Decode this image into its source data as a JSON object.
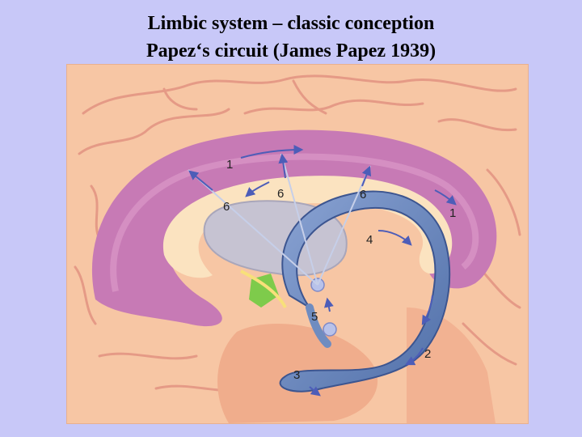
{
  "slide": {
    "title_line_1": "Limbic system – classic conception",
    "title_line_2": "Papez‘s circuit (James Papez 1939)"
  },
  "figure": {
    "labels": {
      "l1a": "1",
      "l1b": "1",
      "l2": "2",
      "l3": "3",
      "l4": "4",
      "l5": "5",
      "l6a": "6",
      "l6b": "6",
      "l6c": "6"
    },
    "colors": {
      "brain": "#f4b99a",
      "cingulate": "#c77ab5",
      "corpus_callosum": "#fbe3c0",
      "thalamus": "#c6c3d2",
      "fornix": "#6f8cc0",
      "arrow": "#4d5db8",
      "mammillary": "#b8c2ea",
      "green_patch": "#7ecb4b"
    }
  }
}
